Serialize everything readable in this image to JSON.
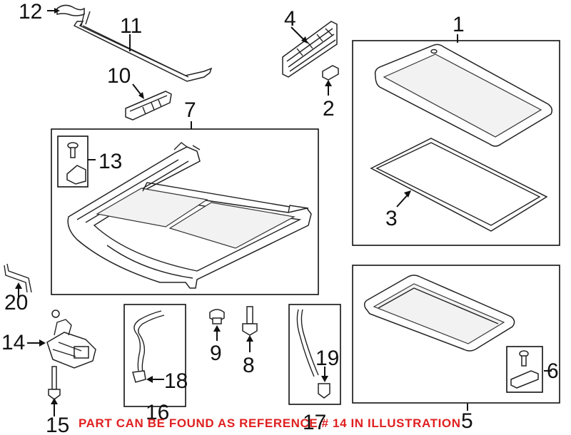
{
  "callouts": {
    "c1": "1",
    "c2": "2",
    "c3": "3",
    "c4": "4",
    "c5": "5",
    "c6": "6",
    "c7": "7",
    "c8": "8",
    "c9": "9",
    "c10": "10",
    "c11": "11",
    "c12": "12",
    "c13": "13",
    "c14": "14",
    "c15": "15",
    "c16": "16",
    "c17": "17",
    "c18": "18",
    "c19": "19",
    "c20": "20"
  },
  "footnote": "PART CAN BE FOUND AS REFERENCE # 14 IN ILLUSTRATION",
  "colors": {
    "line": "#111111",
    "footnote": "#e02020",
    "background": "#ffffff"
  }
}
